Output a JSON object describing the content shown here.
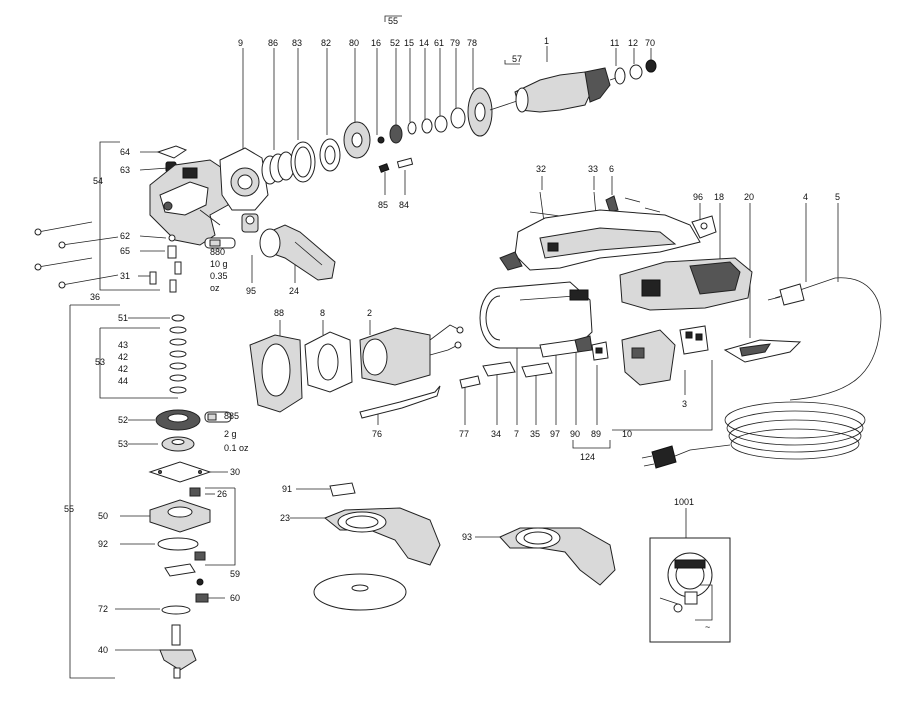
{
  "part_numbers": {
    "p1": "1",
    "p2": "2",
    "p3": "3",
    "p4": "4",
    "p5": "5",
    "p6": "6",
    "p7": "7",
    "p8": "8",
    "p9": "9",
    "p10": "10",
    "p11": "11",
    "p12": "12",
    "p14": "14",
    "p15": "15",
    "p16": "16",
    "p18": "18",
    "p20": "20",
    "p23": "23",
    "p24": "24",
    "p26": "26",
    "p30": "30",
    "p31": "31",
    "p32": "32",
    "p33": "33",
    "p34": "34",
    "p35": "35",
    "p36": "36",
    "p40": "40",
    "p42a": "42",
    "p42b": "42",
    "p43": "43",
    "p44": "44",
    "p50": "50",
    "p51": "51",
    "p52a": "52",
    "p52b": "52",
    "p53a": "53",
    "p53b": "53",
    "p54": "54",
    "p55a": "55",
    "p55b": "55",
    "p57": "57",
    "p59": "59",
    "p60": "60",
    "p61": "61",
    "p62": "62",
    "p63": "63",
    "p64": "64",
    "p65": "65",
    "p70": "70",
    "p72": "72",
    "p76": "76",
    "p77": "77",
    "p78": "78",
    "p79": "79",
    "p80": "80",
    "p82": "82",
    "p83": "83",
    "p84": "84",
    "p85": "85",
    "p86": "86",
    "p88": "88",
    "p89": "89",
    "p90": "90",
    "p91": "91",
    "p92": "92",
    "p93": "93",
    "p95": "95",
    "p96": "96",
    "p97": "97",
    "p124": "124",
    "p1001": "1001"
  },
  "grease_notes": {
    "g880_code": "880",
    "g880_amount": "10 g",
    "g880_oz_value": "0.35",
    "g880_oz_unit": "oz",
    "g885_code": "885",
    "g885_amount": "2 g",
    "g885_oz": "0.1 oz"
  }
}
